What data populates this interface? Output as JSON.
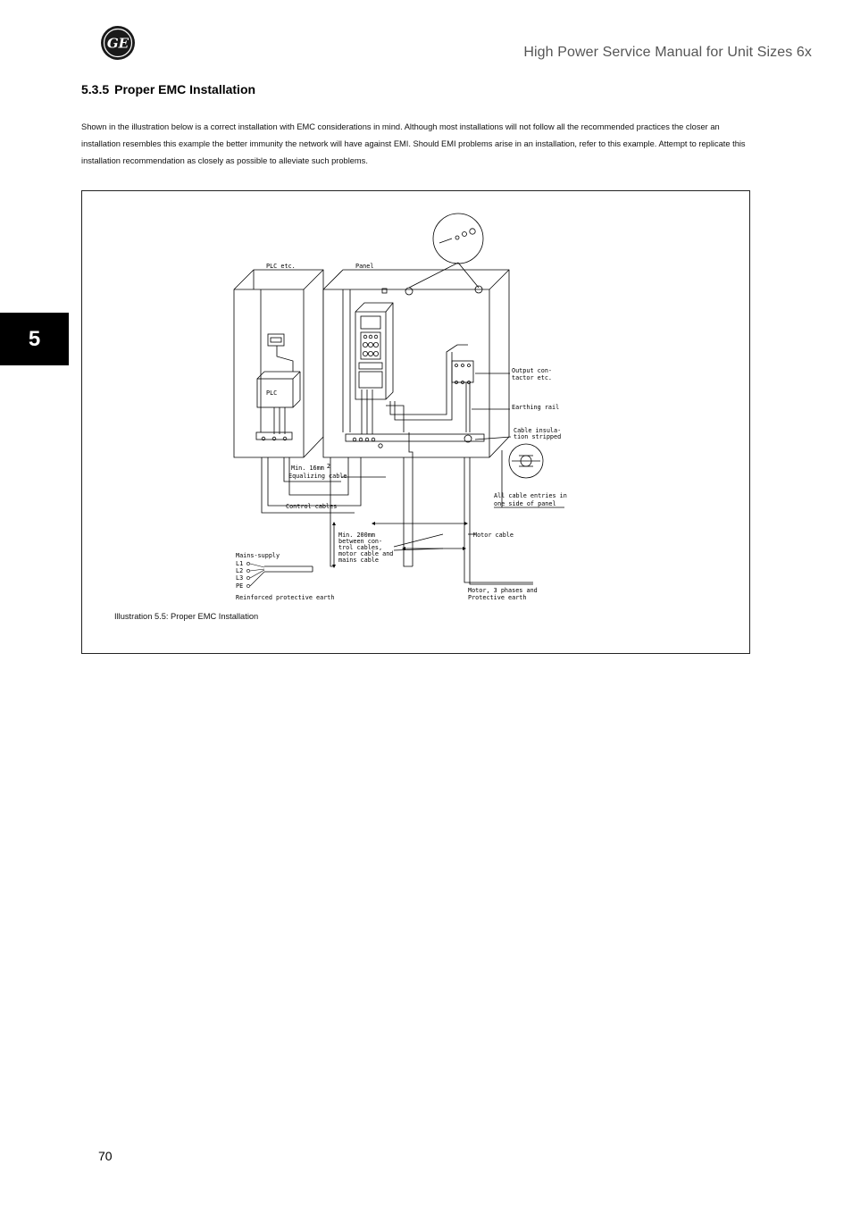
{
  "header": {
    "logo_text": "GE",
    "title": "High Power Service Manual for Unit Sizes 6x"
  },
  "chapter_tab": "5",
  "section": {
    "number": "5.3.5",
    "title": "Proper EMC Installation",
    "paragraph": "Shown in the illustration below is a correct installation with EMC considerations in mind. Although most installations will not follow all the recommended practices the closer an installation resembles this example the better immunity the network will have against EMI. Should EMI problems arise in an installation, refer to this example. Attempt to replicate this installation recommendation as closely as possible to alleviate such problems."
  },
  "figure": {
    "caption": "Illustration 5.5: Proper EMC Installation",
    "labels": {
      "plc_etc": "PLC etc.",
      "panel": "Panel",
      "plc": "PLC",
      "output_contactor_1": "Output con-",
      "output_contactor_2": "tactor etc.",
      "earthing_rail": "Earthing rail",
      "cable_insulation_1": "Cable insula-",
      "cable_insulation_2": "tion stripped",
      "all_cable_entries_1": "All cable entries in",
      "all_cable_entries_2": "one side of panel",
      "min_16mm": "Min. 16mm",
      "min_16mm_sup": "2",
      "equalizing_cable": "Equalizing cable",
      "control_cables": "Control cables",
      "min_200mm_1": "Min. 200mm",
      "min_200mm_2": "between con-",
      "min_200mm_3": "trol cables,",
      "min_200mm_4": "motor cable and",
      "min_200mm_5": "mains cable",
      "motor_cable": "Motor cable",
      "mains_supply": "Mains-supply",
      "l1": "L1",
      "l2": "L2",
      "l3": "L3",
      "pe": "PE",
      "reinforced_pe": "Reinforced protective earth",
      "motor_3_phases": "Motor, 3 phases and",
      "protective_earth": "Protective earth"
    }
  },
  "page_number": "70"
}
